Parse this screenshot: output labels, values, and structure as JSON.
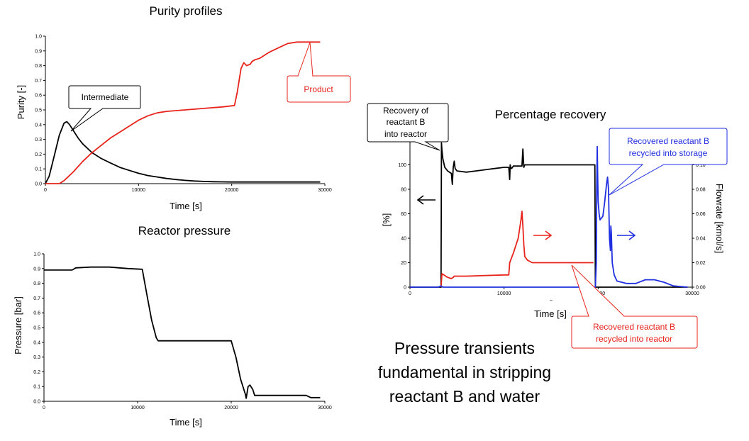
{
  "colors": {
    "black": "#000000",
    "red": "#e8231b",
    "blue": "#1f2fe0"
  },
  "chart_data": [
    {
      "type": "line",
      "title": "Purity profiles",
      "xlabel": "Time [s]",
      "ylabel": "Purity [-]",
      "xlim": [
        0,
        30000
      ],
      "ylim": [
        0,
        1.0
      ],
      "x_ticks": [
        "0",
        "10000",
        "20000",
        "30000"
      ],
      "y_ticks": [
        "0.0",
        "0.1",
        "0.2",
        "0.3",
        "0.4",
        "0.5",
        "0.6",
        "0.7",
        "0.8",
        "0.9",
        "1.0"
      ],
      "series": [
        {
          "name": "Intermediate",
          "color": "#000000",
          "x": [
            0,
            400,
            1000,
            1500,
            2000,
            2300,
            2600,
            3000,
            3500,
            4000,
            5000,
            6000,
            7000,
            8000,
            9000,
            10000,
            11000,
            12000,
            13000,
            14000,
            15000,
            16000,
            17000,
            18000,
            19000,
            20000,
            22000,
            25000,
            29500
          ],
          "y": [
            0,
            0.05,
            0.2,
            0.33,
            0.41,
            0.42,
            0.4,
            0.36,
            0.31,
            0.27,
            0.21,
            0.17,
            0.14,
            0.11,
            0.09,
            0.07,
            0.055,
            0.045,
            0.035,
            0.028,
            0.022,
            0.018,
            0.015,
            0.013,
            0.012,
            0.011,
            0.011,
            0.011,
            0.011
          ]
        },
        {
          "name": "Product",
          "color": "#e8231b",
          "x": [
            0,
            1500,
            2000,
            3000,
            4000,
            5000,
            6000,
            7000,
            8000,
            9000,
            10000,
            11000,
            12000,
            13000,
            15000,
            17000,
            19000,
            20300,
            20600,
            21000,
            21300,
            21600,
            22000,
            22200,
            22500,
            23000,
            24000,
            25000,
            26000,
            27000,
            28000,
            29500
          ],
          "y": [
            0,
            0,
            0.02,
            0.08,
            0.15,
            0.21,
            0.26,
            0.31,
            0.35,
            0.39,
            0.43,
            0.46,
            0.48,
            0.49,
            0.5,
            0.51,
            0.52,
            0.53,
            0.62,
            0.78,
            0.82,
            0.8,
            0.81,
            0.83,
            0.84,
            0.85,
            0.89,
            0.92,
            0.95,
            0.96,
            0.96,
            0.96
          ]
        }
      ],
      "annotations": [
        "Intermediate",
        "Product"
      ]
    },
    {
      "type": "line",
      "title": "Reactor pressure",
      "xlabel": "Time [s]",
      "ylabel": "Pressure [bar]",
      "xlim": [
        0,
        30000
      ],
      "ylim": [
        0,
        1.0
      ],
      "x_ticks": [
        "0",
        "10000",
        "20000",
        "30000"
      ],
      "y_ticks": [
        "0.0",
        "0.1",
        "0.2",
        "0.3",
        "0.4",
        "0.5",
        "0.6",
        "0.7",
        "0.8",
        "0.9",
        "1.0"
      ],
      "series": [
        {
          "name": "",
          "color": "#000000",
          "x": [
            0,
            3000,
            3400,
            5000,
            7000,
            9000,
            10500,
            11000,
            11500,
            12000,
            12200,
            13000,
            16000,
            19000,
            20000,
            20500,
            21000,
            21500,
            21600,
            21800,
            22000,
            22300,
            22500,
            25000,
            28000,
            28500,
            29500
          ],
          "y": [
            0.89,
            0.89,
            0.905,
            0.91,
            0.91,
            0.9,
            0.895,
            0.72,
            0.55,
            0.43,
            0.41,
            0.41,
            0.41,
            0.41,
            0.41,
            0.3,
            0.15,
            0.05,
            0.02,
            0.1,
            0.11,
            0.08,
            0.04,
            0.04,
            0.04,
            0.025,
            0.025
          ]
        }
      ]
    },
    {
      "type": "line",
      "title": "Percentage recovery",
      "xlabel": "Time [s]",
      "ylabel": "[%]",
      "y2label": "Flowrate [kmol/s]",
      "xlim": [
        0,
        30000
      ],
      "ylim": [
        0,
        120
      ],
      "y2lim": [
        0,
        0.12
      ],
      "x_ticks": [
        "0",
        "10000",
        "20000",
        "30000"
      ],
      "x_tick_values": [
        0,
        10000,
        20000,
        30000
      ],
      "x_tick_labels_drawn": [
        "0",
        "10000",
        "",
        "30000"
      ],
      "x_extra_labels": [
        "00",
        "–"
      ],
      "y_ticks": [
        "0",
        "20",
        "40",
        "60",
        "80",
        "100"
      ],
      "y2_ticks": [
        "0.00",
        "0.02",
        "0.04",
        "0.06",
        "0.08",
        "0.10"
      ],
      "series": [
        {
          "name": "Recovery of reactant B into reactor",
          "color": "#000000",
          "axis": "left",
          "x": [
            0,
            3300,
            3350,
            3400,
            3500,
            3700,
            4000,
            4400,
            4500,
            4600,
            4700,
            4800,
            5000,
            6000,
            7000,
            8000,
            9000,
            10000,
            10500,
            10600,
            10650,
            10700,
            10800,
            11000,
            11500,
            11900,
            12000,
            12100,
            12200,
            13000,
            15000,
            17000,
            19000,
            19500,
            19600,
            19650,
            19700,
            19750,
            19800,
            29500
          ],
          "y": [
            0,
            0,
            118,
            112,
            105,
            98,
            95,
            93,
            84,
            98,
            103,
            97,
            95,
            94,
            95,
            96,
            97,
            98,
            98,
            88,
            100,
            98,
            97,
            99,
            99,
            99,
            113,
            98,
            100,
            100,
            100,
            100,
            100,
            100,
            100,
            100,
            0,
            0,
            0,
            0
          ]
        },
        {
          "name": "Recovered reactant B recycled into reactor",
          "color": "#e8231b",
          "axis": "left",
          "x": [
            3300,
            3400,
            3600,
            4000,
            4400,
            4600,
            4700,
            5000,
            6000,
            8000,
            10000,
            10500,
            10600,
            11000,
            11500,
            11800,
            11900,
            12000,
            12100,
            12200,
            12500,
            13000,
            15000,
            17000,
            19500
          ],
          "y": [
            0,
            11,
            10,
            8,
            7,
            8,
            9,
            9,
            9,
            9.5,
            10,
            10,
            20,
            28,
            40,
            55,
            62,
            50,
            35,
            25,
            22,
            20,
            20,
            20,
            20
          ]
        },
        {
          "name": "Recovered reactant B recycled into storage",
          "color": "#1f2fe0",
          "axis": "right",
          "x": [
            0,
            3000,
            3300,
            3500,
            19500,
            19700,
            19800,
            19850,
            19900,
            19950,
            20000,
            20100,
            20200,
            20500,
            20700,
            20900,
            21000,
            21100,
            21200,
            21300,
            21350,
            21400,
            21500,
            21700,
            22000,
            23000,
            24000,
            25000,
            26000,
            27000,
            28000,
            29500
          ],
          "y": [
            0,
            0,
            0.001,
            0,
            0,
            0,
            0.02,
            0.08,
            0.115,
            0.09,
            0.07,
            0.06,
            0.055,
            0.058,
            0.07,
            0.085,
            0.09,
            0.08,
            0.04,
            0.03,
            0.05,
            0.045,
            0.02,
            0.01,
            0.005,
            0.003,
            0.003,
            0.006,
            0.006,
            0.004,
            0.001,
            0.0
          ]
        }
      ],
      "annotations": [
        "Recovery of reactant B into reactor",
        "Recovered reactant B recycled into storage",
        "Recovered reactant B recycled into reactor"
      ]
    }
  ],
  "callouts": {
    "intermediate": "Intermediate",
    "product": "Product",
    "recovery_line1": "Recovery of",
    "recovery_line2": "reactant B",
    "recovery_line3": "into reactor",
    "storage_line1": "Recovered reactant B",
    "storage_line2": "recycled into storage",
    "reactor_line1": "Recovered reactant B",
    "reactor_line2": "recycled into reactor"
  },
  "arrows": {
    "left": "black",
    "right_red": "red",
    "right_blue": "blue"
  },
  "statement": {
    "line1": "Pressure transients",
    "line2": "fundamental in stripping",
    "line3": "reactant B and water"
  }
}
